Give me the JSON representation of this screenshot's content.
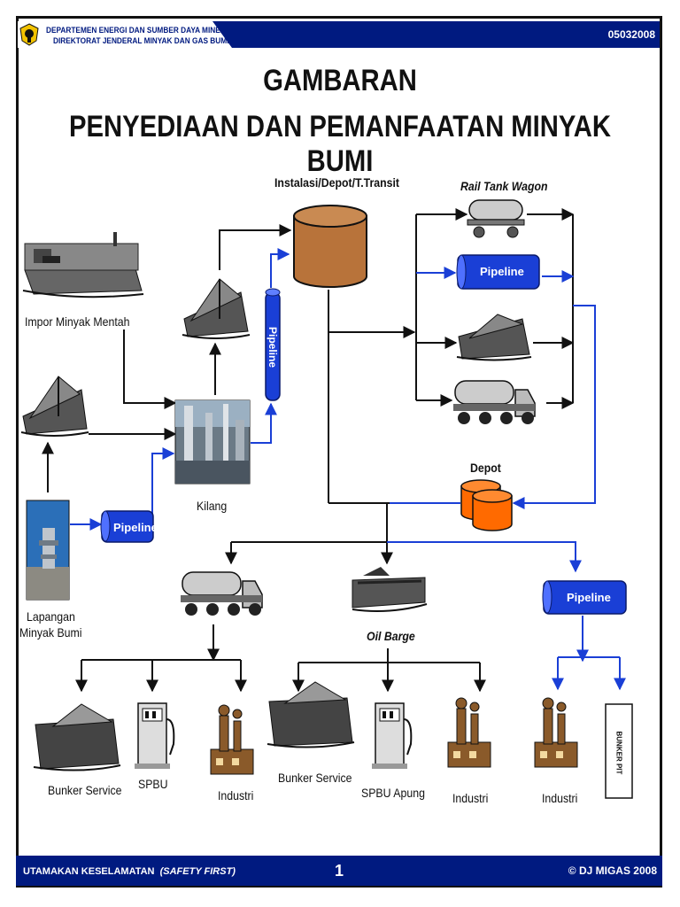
{
  "header": {
    "line1": "DEPARTEMEN ENERGI DAN SUMBER DAYA MINERAL",
    "line2": "DIREKTORAT JENDERAL MINYAK DAN GAS BUMI",
    "code": "05032008"
  },
  "title": {
    "line1": "GAMBARAN",
    "line2": "PENYEDIAAN DAN PEMANFAATAN MINYAK BUMI"
  },
  "labels": {
    "depot_transit": "Instalasi/Depot/T.Transit",
    "rail_tank_wagon": "Rail Tank Wagon",
    "impor": "Impor Minyak Mentah",
    "kilang": "Kilang",
    "lapangan_line1": "Lapangan",
    "lapangan_line2": "Minyak Bumi",
    "depot": "Depot",
    "oil_barge": "Oil Barge",
    "bunker_service_1": "Bunker Service",
    "spbu": "SPBU",
    "industri_1": "Industri",
    "bunker_service_2": "Bunker Service",
    "spbu_apung": "SPBU Apung",
    "industri_2": "Industri",
    "industri_3": "Industri",
    "bunker_pit": "BUNKER PIT"
  },
  "pipelines": {
    "vertical": "Pipeline",
    "top_right": "Pipeline",
    "bottom_left": "Pipeline",
    "bottom_right": "Pipeline"
  },
  "footer": {
    "left_main": "UTAMAKAN KESELAMATAN",
    "left_italic": "(SAFETY FIRST)",
    "page": "1",
    "right": "© DJ MIGAS 2008"
  },
  "colors": {
    "navy": "#001a80",
    "pipeline_blue": "#1a3fd6",
    "tank_brown": "#b8733a",
    "depot_orange": "#ff6a00",
    "factory_brown": "#8a5a2a"
  }
}
